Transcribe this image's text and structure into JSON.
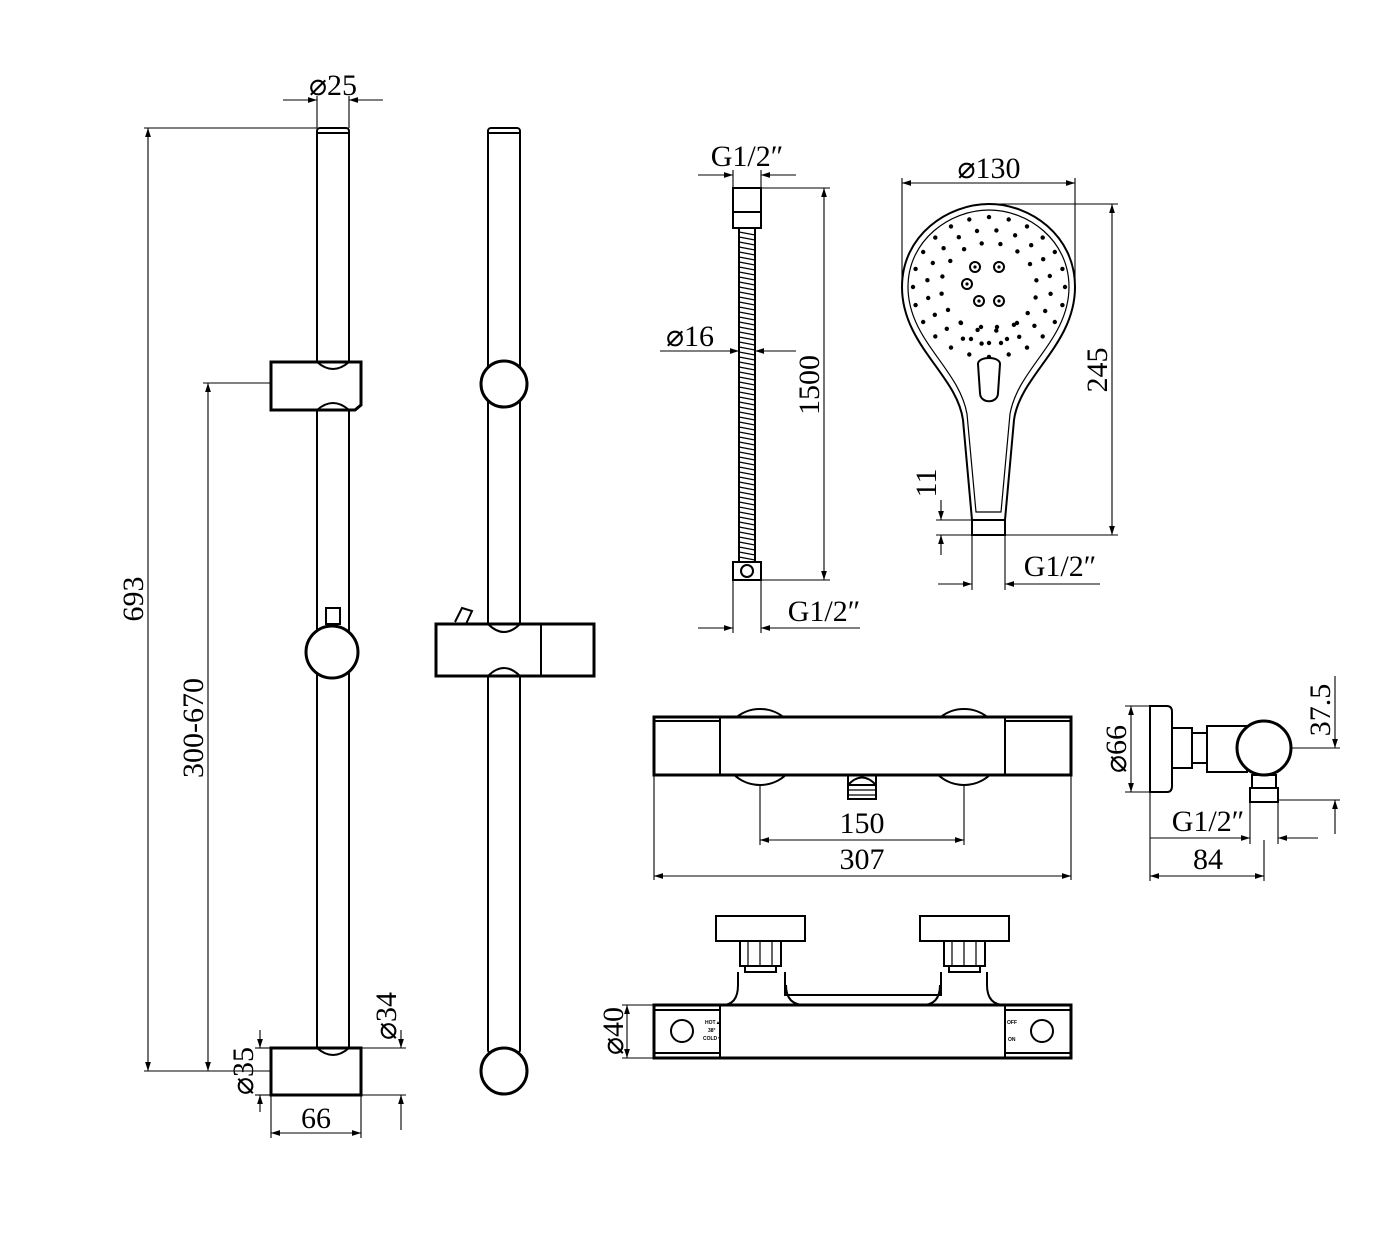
{
  "slide_rail": {
    "pipe_diameter": "⌀25",
    "total_height": "693",
    "adjust_range": "300-670",
    "bracket_diameter": "⌀35",
    "bracket_projection": "⌀34",
    "bracket_width": "66"
  },
  "hose": {
    "connector_top": "G1/2″",
    "diameter": "⌀16",
    "length": "1500",
    "connector_bottom": "G1/2″"
  },
  "hand_shower": {
    "head_diameter": "⌀130",
    "length": "245",
    "thread_length": "11",
    "connector": "G1/2″"
  },
  "mixer_front": {
    "center_distance": "150",
    "total_width": "307"
  },
  "mixer_side": {
    "flange_diameter": "⌀66",
    "outlet_offset": "37.5",
    "connector": "G1/2″",
    "depth": "84"
  },
  "mixer_bottom": {
    "body_diameter": "⌀40",
    "left_marks": [
      "HOT▲",
      "38°",
      "COLD▼"
    ],
    "right_marks": [
      "OFF",
      "ON"
    ]
  }
}
